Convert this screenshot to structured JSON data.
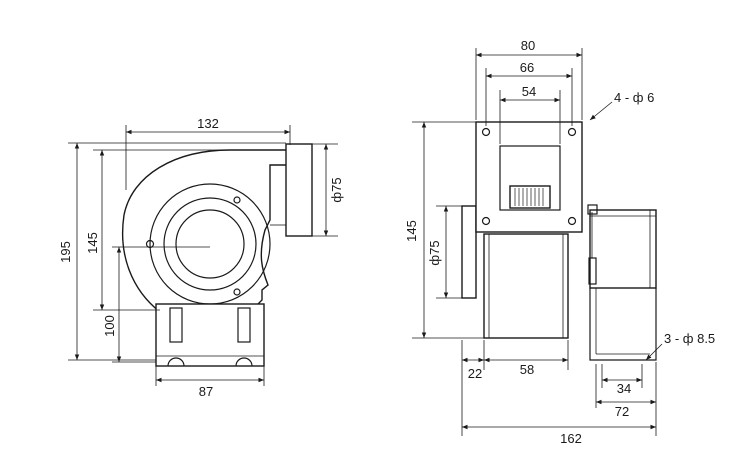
{
  "front_view": {
    "dim_width_top": "132",
    "dim_outlet_diameter": "ф75",
    "dim_total_height": "195",
    "dim_housing_height": "145",
    "dim_axis_height": "100",
    "dim_base_width": "87"
  },
  "side_view": {
    "dim_flange_width": "80",
    "dim_hole_spacing": "66",
    "dim_inner_width": "54",
    "note_flange_holes": "4 - ф 6",
    "dim_flange_height": "145",
    "dim_inlet_diameter": "ф75",
    "dim_offset": "22",
    "dim_body_width": "58",
    "note_base_holes": "3 - ф 8.5",
    "dim_slot_width": "34",
    "dim_base_length": "72",
    "dim_total_length": "162"
  }
}
